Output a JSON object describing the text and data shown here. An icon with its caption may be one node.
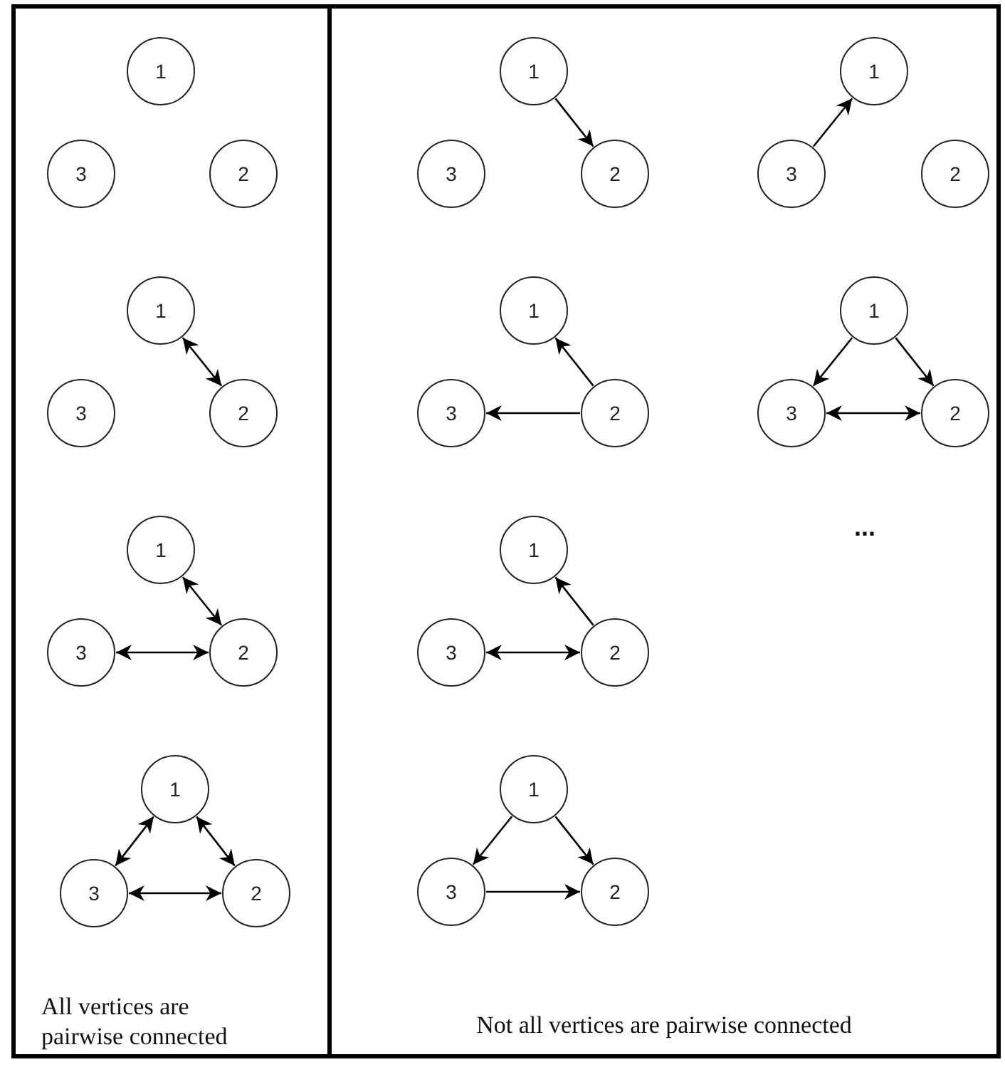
{
  "diagram": {
    "nodes": [
      {
        "text": [
          "All vertices are pairwise connected"
        ]
      },
      {
        "text": [
          "1"
        ],
        "in": 0
      },
      {
        "text": [
          "3"
        ],
        "in": 0
      },
      {
        "text": [
          "2"
        ],
        "in": 0
      },
      {
        "text": [
          "1"
        ],
        "in": 0
      },
      {
        "text": [
          "3"
        ],
        "in": 0
      },
      {
        "text": [
          "2"
        ],
        "in": 0
      },
      {
        "text": [
          "1"
        ],
        "in": 0
      },
      {
        "text": [
          "3"
        ],
        "in": 0
      },
      {
        "text": [
          "2"
        ],
        "in": 0
      },
      {
        "text": [
          "1"
        ],
        "in": 0
      },
      {
        "text": [
          "3"
        ],
        "in": 0
      },
      {
        "text": [
          "2"
        ],
        "in": 0
      },
      {
        "text": [
          "Not all vertices are pairwise connected"
        ]
      },
      {
        "text": [
          "1"
        ],
        "in": 13
      },
      {
        "text": [
          "3"
        ],
        "in": 13
      },
      {
        "text": [
          "2"
        ],
        "in": 13
      },
      {
        "text": [
          "1"
        ],
        "in": 13
      },
      {
        "text": [
          "3"
        ],
        "in": 13
      },
      {
        "text": [
          "2"
        ],
        "in": 13
      },
      {
        "text": [
          "1"
        ],
        "in": 13
      },
      {
        "text": [
          "3"
        ],
        "in": 13
      },
      {
        "text": [
          "2"
        ],
        "in": 13
      },
      {
        "text": [
          "1"
        ],
        "in": 13
      },
      {
        "text": [
          "3"
        ],
        "in": 13
      },
      {
        "text": [
          "2"
        ],
        "in": 13
      },
      {
        "text": [
          "1"
        ],
        "in": 13
      },
      {
        "text": [
          "3"
        ],
        "in": 13
      },
      {
        "text": [
          "2"
        ],
        "in": 13
      },
      {
        "text": [
          "1"
        ],
        "in": 13
      },
      {
        "text": [
          "3"
        ],
        "in": 13
      },
      {
        "text": [
          "2"
        ],
        "in": 13
      }
    ],
    "edges": [
      {
        "from": 4,
        "to": 6,
        "arrow": "both"
      },
      {
        "from": 7,
        "to": 9,
        "arrow": "both"
      },
      {
        "from": 8,
        "to": 9,
        "arrow": "both"
      },
      {
        "from": 10,
        "to": 11,
        "arrow": "both"
      },
      {
        "from": 10,
        "to": 12,
        "arrow": "both"
      },
      {
        "from": 11,
        "to": 12,
        "arrow": "both"
      },
      {
        "from": 14,
        "to": 16,
        "arrow": "to"
      },
      {
        "from": 18,
        "to": 17,
        "arrow": "to"
      },
      {
        "from": 22,
        "to": 20,
        "arrow": "to"
      },
      {
        "from": 22,
        "to": 21,
        "arrow": "to"
      },
      {
        "from": 23,
        "to": 24,
        "arrow": "to"
      },
      {
        "from": 23,
        "to": 25,
        "arrow": "to"
      },
      {
        "from": 24,
        "to": 25,
        "arrow": "both"
      },
      {
        "from": 28,
        "to": 26,
        "arrow": "to"
      },
      {
        "from": 27,
        "to": 28,
        "arrow": "both"
      },
      {
        "from": 29,
        "to": 30,
        "arrow": "to"
      },
      {
        "from": 29,
        "to": 31,
        "arrow": "to"
      },
      {
        "from": 30,
        "to": 31,
        "arrow": "to"
      }
    ],
    "labels": [
      "..."
    ]
  }
}
